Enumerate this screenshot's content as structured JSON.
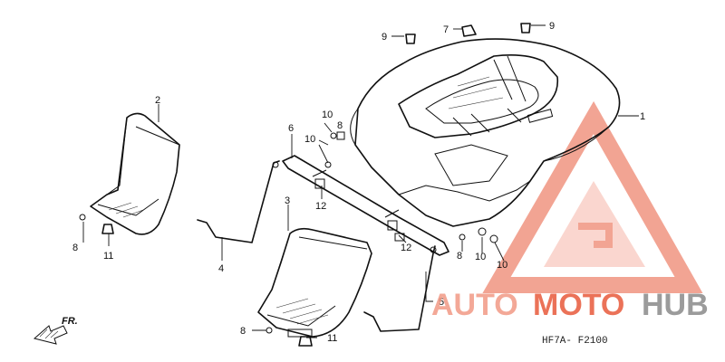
{
  "diagram": {
    "labels": {
      "p1": "1",
      "p2": "2",
      "p3": "3",
      "p4": "4",
      "p5": "5",
      "p6": "6",
      "p7": "7",
      "p8a": "8",
      "p8b": "8",
      "p8c": "8",
      "p8d": "8",
      "p9a": "9",
      "p9b": "9",
      "p10a": "10",
      "p10b": "10",
      "p10c": "10",
      "p10d": "10",
      "p11a": "11",
      "p11b": "11",
      "p12a": "12",
      "p12b": "12"
    },
    "front_marker": "FR.",
    "diagram_code": "HF7A- F2100"
  },
  "watermark": {
    "part1": "AUTO",
    "part2": "MOTO",
    "part3": "HUB",
    "colors": {
      "primary": "#f29a85",
      "accent": "#e85a3c",
      "dark": "#8a8a8a"
    }
  }
}
